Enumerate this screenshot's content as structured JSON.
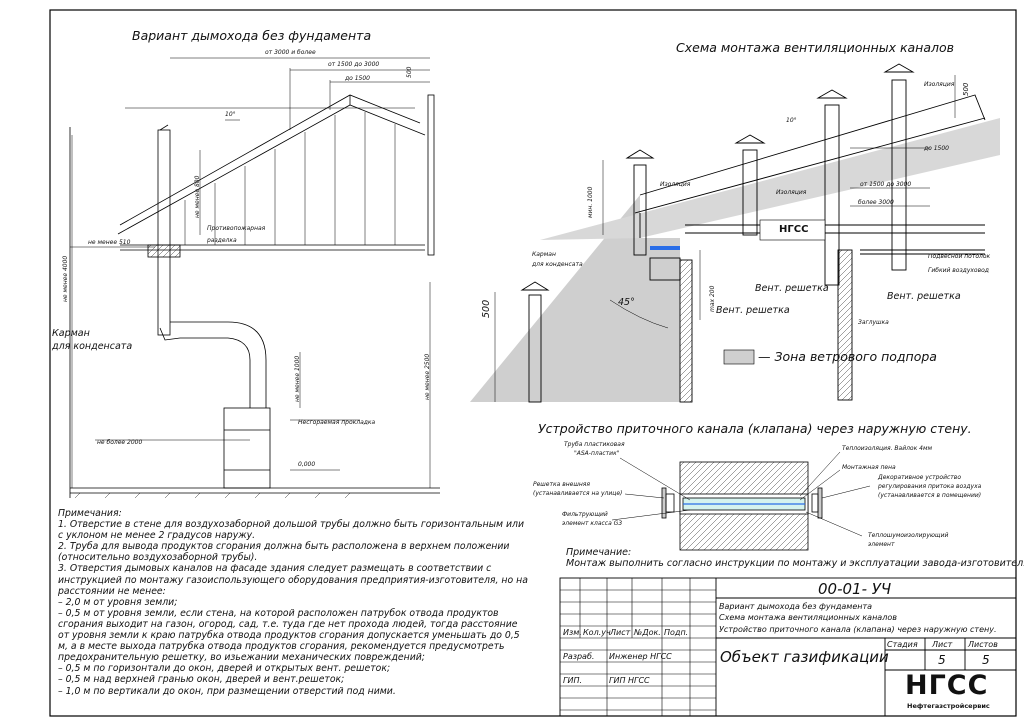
{
  "titles": {
    "chimney": "Вариант дымохода без фундамента",
    "vent": "Схема монтажа вентиляционных каналов",
    "supply": "Устройство приточного канала (клапана) через наружную стену."
  },
  "chimney_labels": {
    "from3000": "от 3000 и более",
    "from1500to3000": "от 1500 до 3000",
    "to1500": "до 1500",
    "d500": "500",
    "angle10": "10°",
    "min800": "не менее 800",
    "firecut1": "Противопожарная",
    "firecut2": "разделка",
    "min510": "не менее 510",
    "min4000": "не менее 4000",
    "pocket1": "Карман",
    "pocket2": "для конденсата",
    "min1000": "не менее 1000",
    "min2500": "не менее 2500",
    "noncomb": "Несгораемая прокладка",
    "max2000": "не более 2000",
    "level": "0,000"
  },
  "vent_labels": {
    "insul1": "Изоляция",
    "insul2": "Изоляция",
    "insul3": "Изоляция",
    "d500a": "500",
    "to1500": "до 1500",
    "from1500to3000": "от 1500 до 3000",
    "more3000": "более 3000",
    "angle10": "10°",
    "min1000": "мин. 1000",
    "max200": "max 200",
    "pocket1": "Карман",
    "pocket2": "для конденсата",
    "d500b": "500",
    "angle45": "45°",
    "grille1": "Вент. решетка",
    "grille2": "Вент. решетка",
    "grille3": "Вент. решетка",
    "plug": "Заглушка",
    "ceiling": "Подвесной потолок",
    "flexduct": "Гибкий воздуховод",
    "company": "НГСС",
    "legend": "— Зона ветрового подпора"
  },
  "supply_labels": {
    "pipe1": "Труба пластиковая",
    "pipe2": "\"ASA-пластик\"",
    "outer1": "Решетка внешняя",
    "outer2": "(устанавливается на улице)",
    "filter1": "Фильтрующий",
    "filter2": "элемент класса G3",
    "insul": "Теплоизоляция. Вайлок 4мм",
    "foam": "Монтажная пена",
    "deco1": "Декоративное устройство",
    "deco2": "регулирования притока воздуха",
    "deco3": "(устанавливается в помещении)",
    "hinsul1": "Теплошумоизолирующий",
    "hinsul2": "элемент",
    "note_title": "Примечание:",
    "note_text": "Монтаж выполнить согласно  инструкции по монтажу и эксплуатации завода-изготовителя ."
  },
  "notes": [
    "Примечания:",
    "1. Отверстие в стене для воздухозаборной дольшой трубы должно быть горизонтальным или с уклоном не менее 2 градусов наружу.",
    "2. Труба для вывода продуктов сгорания должна быть расположена в верхнем положении (относительно воздухозаборной трубы).",
    "3. Отверстия дымовых каналов на фасаде здания следует размещать в соответствии с инструкцией по монтажу газоиспользующего оборудования предприятия-изготовителя, но на расстоянии не менее:",
    "– 2,0 м от уровня земли;",
    "– 0,5 м от уровня земли, если стена, на которой расположен патрубок отвода продуктов сгорания выходит на газон, огород, сад, т.е. туда где нет прохода людей, тогда расстояние от уровня земли к краю патрубка отвода продуктов сгорания допускается уменьшать до 0,5 м, а в месте выхода патрубка отвода продуктов сгорания, рекомендуется предусмотреть предохранительную решетку, во изьежании механических повреждений;",
    "– 0,5 м по горизонтали до окон, дверей и открытых вент. решеток;",
    "– 0,5 м над верхней гранью окон, дверей и вент.решеток;",
    "– 1,0 м по вертикали до окон, при размещении отверстий под ними."
  ],
  "title_block": {
    "code": "00-01- УЧ",
    "desc1": "Вариант дымохода без фундамента",
    "desc2": "Схема монтажа вентиляционных каналов",
    "desc3": "Устройство приточного канала (клапана) через наружную стену.",
    "object": "Объект газификации",
    "col_izm": "Изм.",
    "col_kol": "Кол.уч",
    "col_list": "Лист",
    "col_ndok": "№Док.",
    "col_podp": "Подп.",
    "razrab": "Разраб.",
    "razrab_name": "Инженер НГСС",
    "gip": "ГИП.",
    "gip_name": "ГИП НГСС",
    "stage_h": "Стадия",
    "list_h": "Лист",
    "lists_h": "Листов",
    "list_v": "5",
    "lists_v": "5",
    "logo": "НГСС",
    "logo_sub": "Нефтегазстройсервис"
  }
}
